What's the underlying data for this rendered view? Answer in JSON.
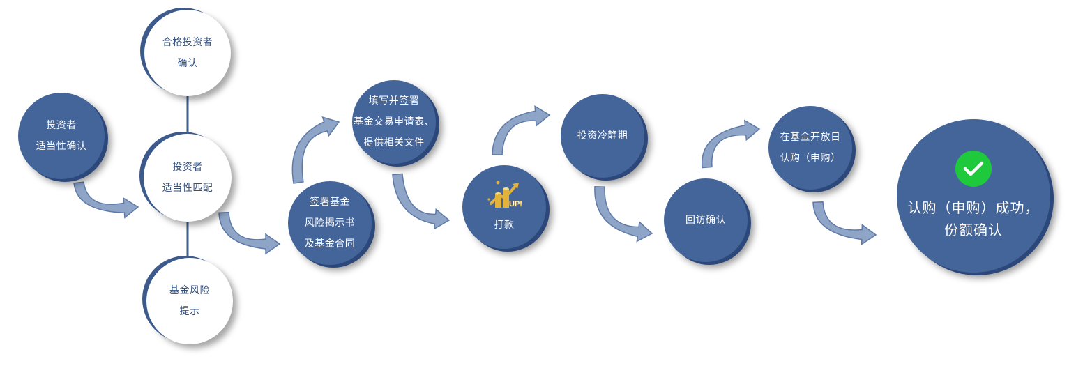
{
  "steps": [
    {
      "id": "investor-suitability-confirm",
      "lines": [
        "投资者",
        "适当性确认"
      ]
    },
    {
      "id": "qualified-investor-confirm",
      "lines": [
        "合格投资者",
        "确认"
      ]
    },
    {
      "id": "investor-suitability-match",
      "lines": [
        "投资者",
        "适当性匹配"
      ]
    },
    {
      "id": "fund-risk-notice",
      "lines": [
        "基金风险",
        "提示"
      ]
    },
    {
      "id": "sign-risk-disclosure",
      "lines": [
        "签署基金",
        "风险揭示书",
        "及基金合同"
      ]
    },
    {
      "id": "fill-application",
      "lines": [
        "填写并签署",
        "基金交易申请表、",
        "提供相关文件"
      ]
    },
    {
      "id": "payment",
      "lines": [
        "打款"
      ],
      "icon": "coins-up-icon"
    },
    {
      "id": "cooling-off-period",
      "lines": [
        "投资冷静期"
      ]
    },
    {
      "id": "return-visit-confirm",
      "lines": [
        "回访确认"
      ]
    },
    {
      "id": "subscribe-on-open-day",
      "lines": [
        "在基金开放日",
        "认购（申购）"
      ]
    },
    {
      "id": "subscription-success",
      "lines": [
        "认购（申购）成功，",
        "份额确认"
      ],
      "icon": "check-icon"
    }
  ],
  "icon_texts": {
    "coins_up": "UP!"
  },
  "colors": {
    "node_fill": "#44659a",
    "node_shadow": "#2c477a",
    "outline_ring": "#3c5b8c",
    "outline_text": "#33507f",
    "arrow_fill": "#8ea5c7",
    "arrow_stroke": "#5f7aa6",
    "connector": "#3f5f91",
    "check_badge": "#1ec93c",
    "coin_gold": "#e3b23a"
  }
}
